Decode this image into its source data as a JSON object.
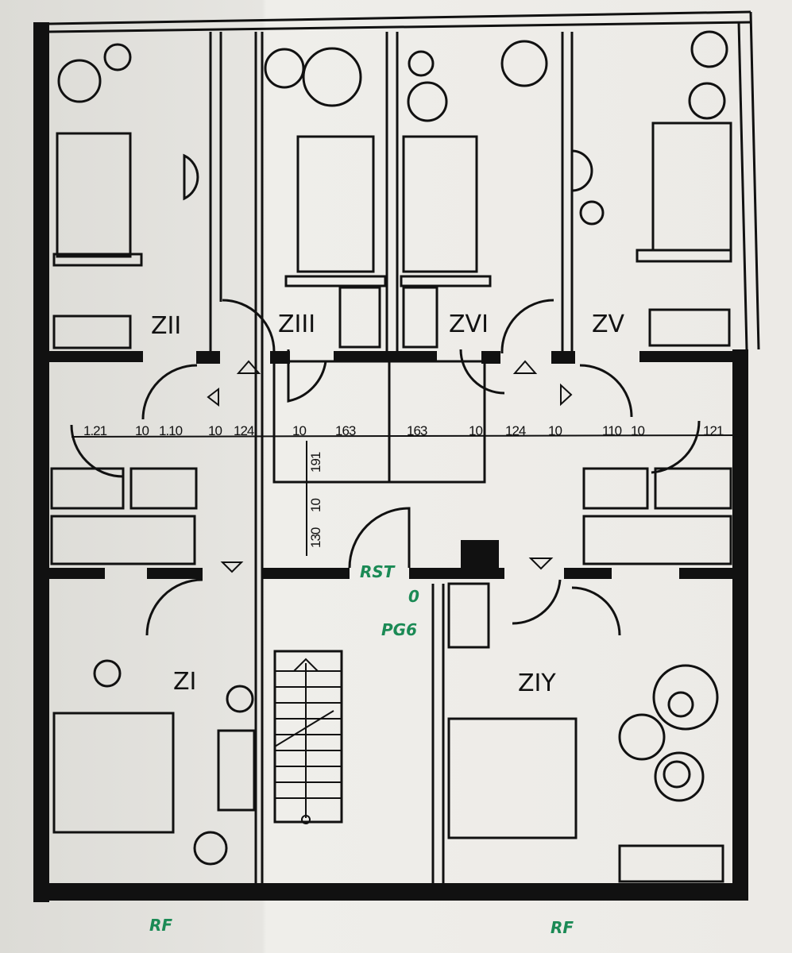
{
  "rooms": {
    "z1": "ZI",
    "z2": "ZII",
    "z3": "ZIII",
    "z4": "ZIY",
    "z5": "ZV",
    "z6": "ZVI"
  },
  "dimensions": {
    "horizontal": [
      "1.21",
      "10",
      "1.10",
      "10",
      "124",
      "10",
      "163",
      "163",
      "10",
      "124",
      "10",
      "110",
      "10",
      "121"
    ],
    "vertical": [
      "191",
      "10",
      "130"
    ]
  },
  "annotations": {
    "rst": "RST",
    "zero": "0",
    "pg6": "PG6",
    "rf_left": "RF",
    "rf_right": "RF"
  }
}
